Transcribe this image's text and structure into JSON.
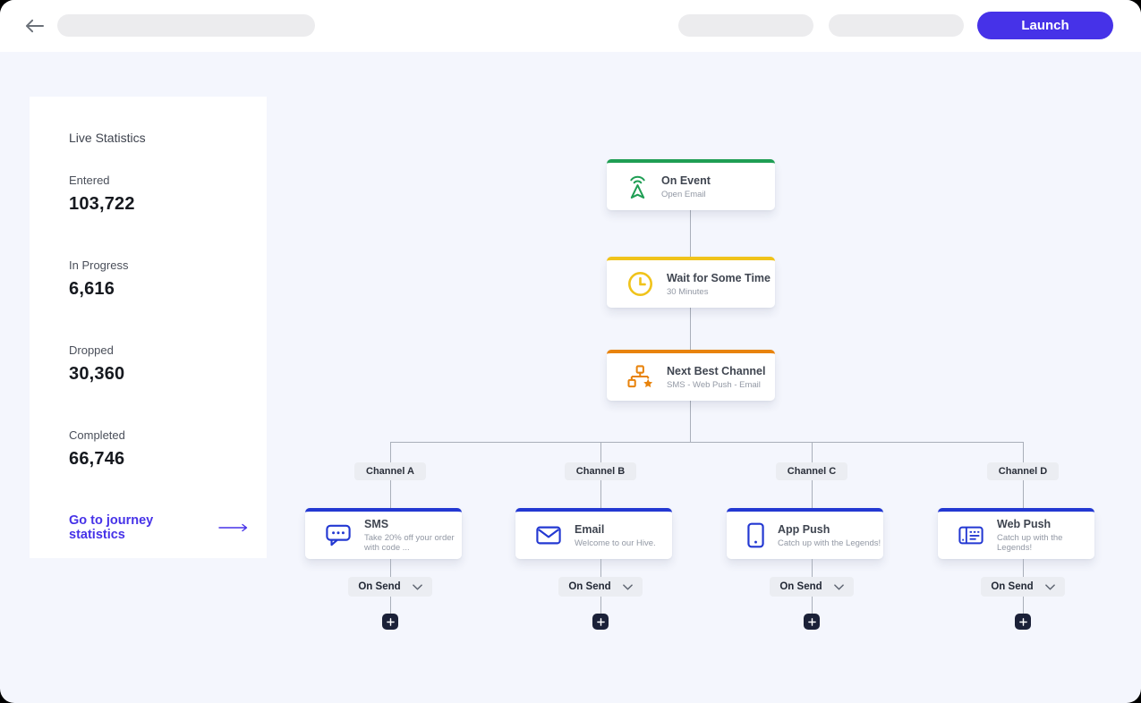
{
  "topbar": {
    "launch_label": "Launch"
  },
  "stats_panel": {
    "title": "Live Statistics",
    "stats": [
      {
        "label": "Entered",
        "value": "103,722"
      },
      {
        "label": "In Progress",
        "value": "6,616"
      },
      {
        "label": "Dropped",
        "value": "30,360"
      },
      {
        "label": "Completed",
        "value": "66,746"
      }
    ],
    "link_label": "Go to journey statistics"
  },
  "flow": {
    "nodes": [
      {
        "title": "On Event",
        "subtitle": "Open Email",
        "accent": "#1f9e54",
        "icon": "broadcast-icon"
      },
      {
        "title": "Wait for Some Time",
        "subtitle": "30 Minutes",
        "accent": "#f0c31a",
        "icon": "clock-icon"
      },
      {
        "title": "Next Best Channel",
        "subtitle": "SMS - Web Push - Email",
        "accent": "#e8830c",
        "icon": "hierarchy-star-icon"
      }
    ],
    "branch_accent": "#2338d2",
    "branches": [
      {
        "label": "Channel A",
        "title": "SMS",
        "subtitle": "Take 20% off your order with code ...",
        "icon": "sms-icon",
        "trigger": "On Send"
      },
      {
        "label": "Channel B",
        "title": "Email",
        "subtitle": "Welcome to our Hive.",
        "icon": "email-icon",
        "trigger": "On Send"
      },
      {
        "label": "Channel C",
        "title": "App Push",
        "subtitle": "Catch up with the Legends!",
        "icon": "app-push-icon",
        "trigger": "On Send"
      },
      {
        "label": "Channel D",
        "title": "Web Push",
        "subtitle": "Catch up with the Legends!",
        "icon": "web-push-icon",
        "trigger": "On Send"
      }
    ]
  },
  "colors": {
    "launch_button": "#4632e8",
    "link": "#4632e8",
    "canvas_bg": "#f4f6fd",
    "accent_green": "#1f9e54",
    "accent_yellow": "#f0c31a",
    "accent_orange": "#e8830c",
    "accent_blue": "#2338d2",
    "plus_button": "#1b2138"
  }
}
